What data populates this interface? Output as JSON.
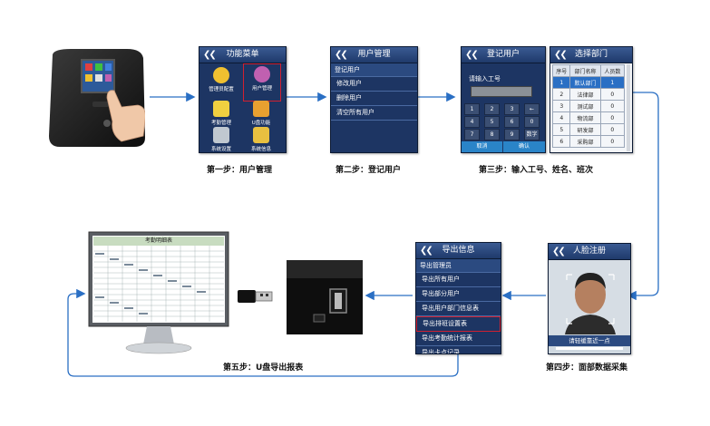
{
  "step1": {
    "caption": "第一步：用户管理",
    "screen_title": "功能菜单",
    "icons": [
      {
        "label": "管理员配置",
        "icon": "admin-people-icon",
        "color": "#f0c030"
      },
      {
        "label": "用户管理",
        "icon": "users-icon",
        "color": "#c060b0"
      },
      {
        "label": "考勤管理",
        "icon": "clipboard-icon",
        "color": "#f0d040"
      },
      {
        "label": "U盘功能",
        "icon": "usb-disk-icon",
        "color": "#e8a030"
      },
      {
        "label": "系统设置",
        "icon": "tools-icon",
        "color": "#c0c8d0"
      },
      {
        "label": "系统信息",
        "icon": "folder-icon",
        "color": "#e8c040"
      }
    ]
  },
  "step2": {
    "caption": "第二步：登记用户",
    "screen_title": "用户管理",
    "items": [
      "登记用户",
      "修改用户",
      "删除用户",
      "清空所有用户"
    ]
  },
  "step3": {
    "caption": "第三步：输入工号、姓名、班次",
    "keypad_title": "登记用户",
    "prompt": "请输入工号",
    "keys": [
      "1",
      "2",
      "3",
      "←",
      "4",
      "5",
      "6",
      "0",
      "7",
      "8",
      "9",
      "数字"
    ],
    "cancel": "取消",
    "confirm": "确认",
    "dept_title": "选择部门",
    "dept_headers": [
      "序号",
      "部门名称",
      "人员数"
    ],
    "dept_rows": [
      [
        "1",
        "默认部门",
        "1"
      ],
      [
        "2",
        "法律部",
        "0"
      ],
      [
        "3",
        "测试部",
        "0"
      ],
      [
        "4",
        "物流部",
        "0"
      ],
      [
        "5",
        "研发部",
        "0"
      ],
      [
        "6",
        "采购部",
        "0"
      ]
    ]
  },
  "step4": {
    "caption": "第四步：面部数据采集",
    "screen_title": "人脸注册",
    "hint": "请轻缓靠近一点"
  },
  "export": {
    "screen_title": "导出信息",
    "head": "导出管理员",
    "items": [
      "导出所有用户",
      "导出部分用户",
      "导出用户部门信息表",
      "导出排班设置表",
      "导出考勤统计报表",
      "导出卡点记录"
    ]
  },
  "step5": {
    "caption": "第五步：U盘导出报表",
    "report_title": "考勤明细表"
  },
  "colors": {
    "arrow": "#2a6fc4",
    "highlight": "#d02030"
  }
}
